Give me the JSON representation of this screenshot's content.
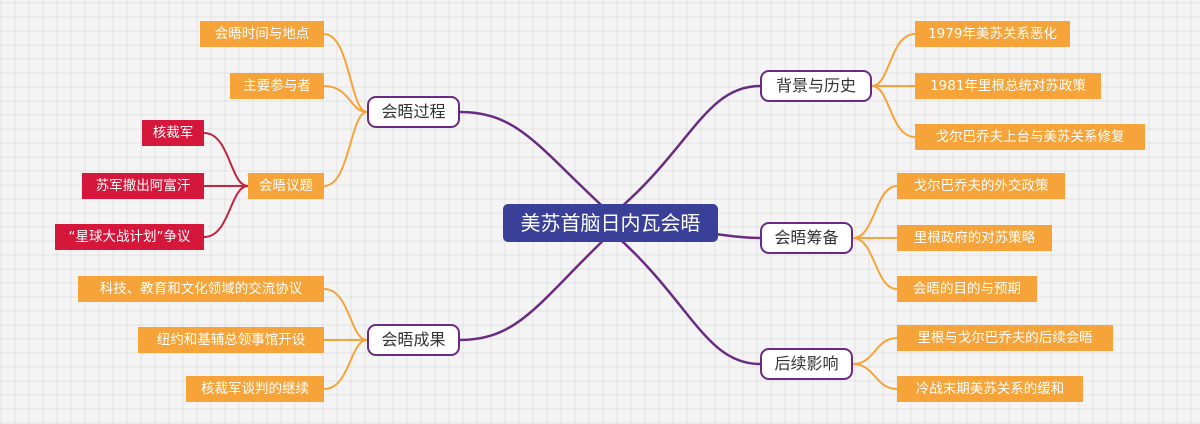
{
  "root": "美苏首脑日内瓦会晤",
  "branches": {
    "process": {
      "label": "会晤过程",
      "items": [
        "会晤时间与地点",
        "主要参与者"
      ],
      "topics": {
        "label": "会晤议题",
        "items": [
          "核裁军",
          "苏军撤出阿富汗",
          "“星球大战计划”争议"
        ]
      }
    },
    "results": {
      "label": "会晤成果",
      "items": [
        "科技、教育和文化领域的交流协议",
        "纽约和基辅总领事馆开设",
        "核裁军谈判的继续"
      ]
    },
    "background": {
      "label": "背景与历史",
      "items": [
        "1979年美苏关系恶化",
        "1981年里根总统对苏政策",
        "戈尔巴乔夫上台与美苏关系修复"
      ]
    },
    "preparation": {
      "label": "会晤筹备",
      "items": [
        "戈尔巴乔夫的外交政策",
        "里根政府的对苏策略",
        "会晤的目的与预期"
      ]
    },
    "impact": {
      "label": "后续影响",
      "items": [
        "里根与戈尔巴乔夫的后续会晤",
        "冷战末期美苏关系的缓和"
      ]
    }
  },
  "colors": {
    "root": "#3a3f97",
    "branch_border": "#6a2c82",
    "leaf": "#f6a43a",
    "topic_leaf": "#d4173a",
    "main_link": "#6a2c82",
    "leaf_link": "#f6a43a",
    "topic_link": "#c0263f"
  }
}
